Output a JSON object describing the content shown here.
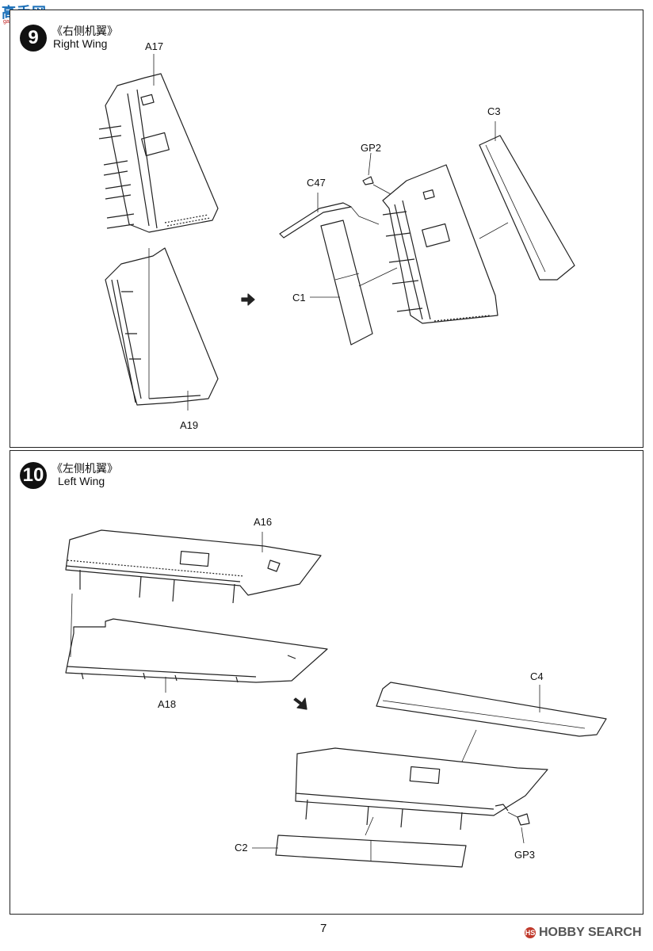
{
  "watermark_top": {
    "text": "高手网",
    "sub": "gao.shou.com"
  },
  "steps": [
    {
      "number": "9",
      "title_cn": "《右侧机翼》",
      "title_en": "Right Wing",
      "labels": {
        "a17": "A17",
        "a19": "A19",
        "c47": "C47",
        "gp2": "GP2",
        "c3": "C3",
        "c1": "C1"
      }
    },
    {
      "number": "10",
      "title_cn": "《左侧机翼》",
      "title_en": "Left Wing",
      "labels": {
        "a16": "A16",
        "a18": "A18",
        "c4": "C4",
        "c2": "C2",
        "gp3": "GP3"
      }
    }
  ],
  "page_number": "7",
  "watermark_bottom": {
    "logo": "HS",
    "text": "HOBBY SEARCH"
  }
}
